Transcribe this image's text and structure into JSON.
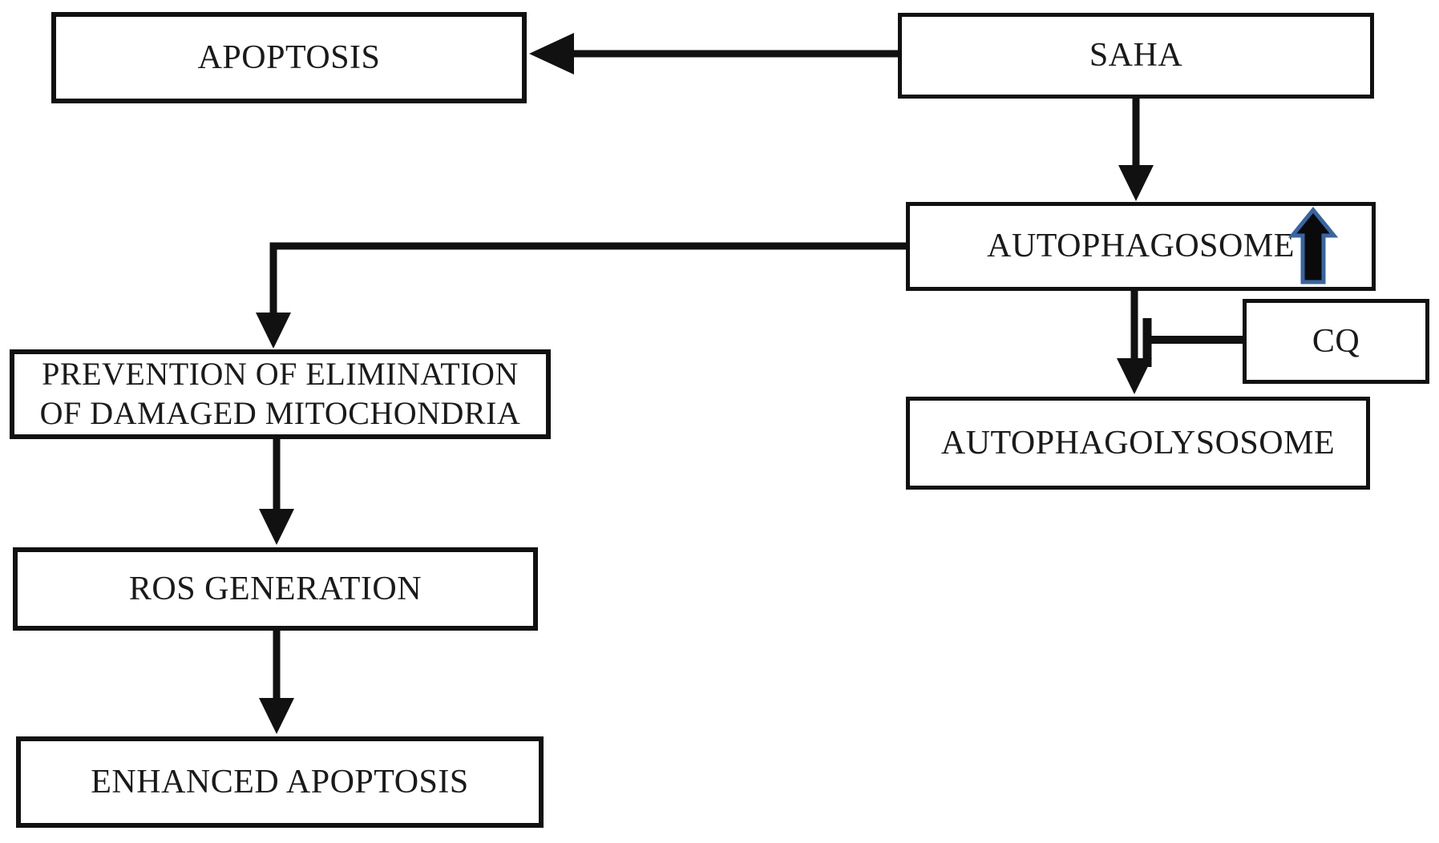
{
  "diagram": {
    "nodes": {
      "apoptosis": {
        "label": "APOPTOSIS"
      },
      "saha": {
        "label": "SAHA"
      },
      "autophagosome": {
        "label": "AUTOPHAGOSOME"
      },
      "cq": {
        "label": "CQ"
      },
      "autophagolysosome": {
        "label": "AUTOPHAGOLYSOSOME"
      },
      "prevention": {
        "label_line1": "PREVENTION OF ELIMINATION",
        "label_line2": "OF DAMAGED MITOCHONDRIA"
      },
      "ros": {
        "label": "ROS GENERATION"
      },
      "enhanced": {
        "label": "ENHANCED APOPTOSIS"
      }
    },
    "edges": [
      {
        "from": "saha",
        "to": "apoptosis",
        "type": "arrow"
      },
      {
        "from": "saha",
        "to": "autophagosome",
        "type": "arrow"
      },
      {
        "from": "autophagosome",
        "to": "prevention",
        "type": "arrow"
      },
      {
        "from": "autophagosome",
        "to": "autophagolysosome",
        "type": "arrow"
      },
      {
        "from": "cq",
        "to": "autophagosome-autophagolysosome-arrow",
        "type": "inhibition"
      },
      {
        "from": "prevention",
        "to": "ros",
        "type": "arrow"
      },
      {
        "from": "ros",
        "to": "enhanced",
        "type": "arrow"
      }
    ],
    "icons": {
      "autophagosome_increase": "up-arrow-icon"
    },
    "colors": {
      "line": "#111111",
      "text": "#1a1a1a",
      "box_background": "#ffffff",
      "page_background": "#ffffff",
      "up_arrow_outline": "#3765a3",
      "up_arrow_fill": "#0a0a0a"
    }
  }
}
